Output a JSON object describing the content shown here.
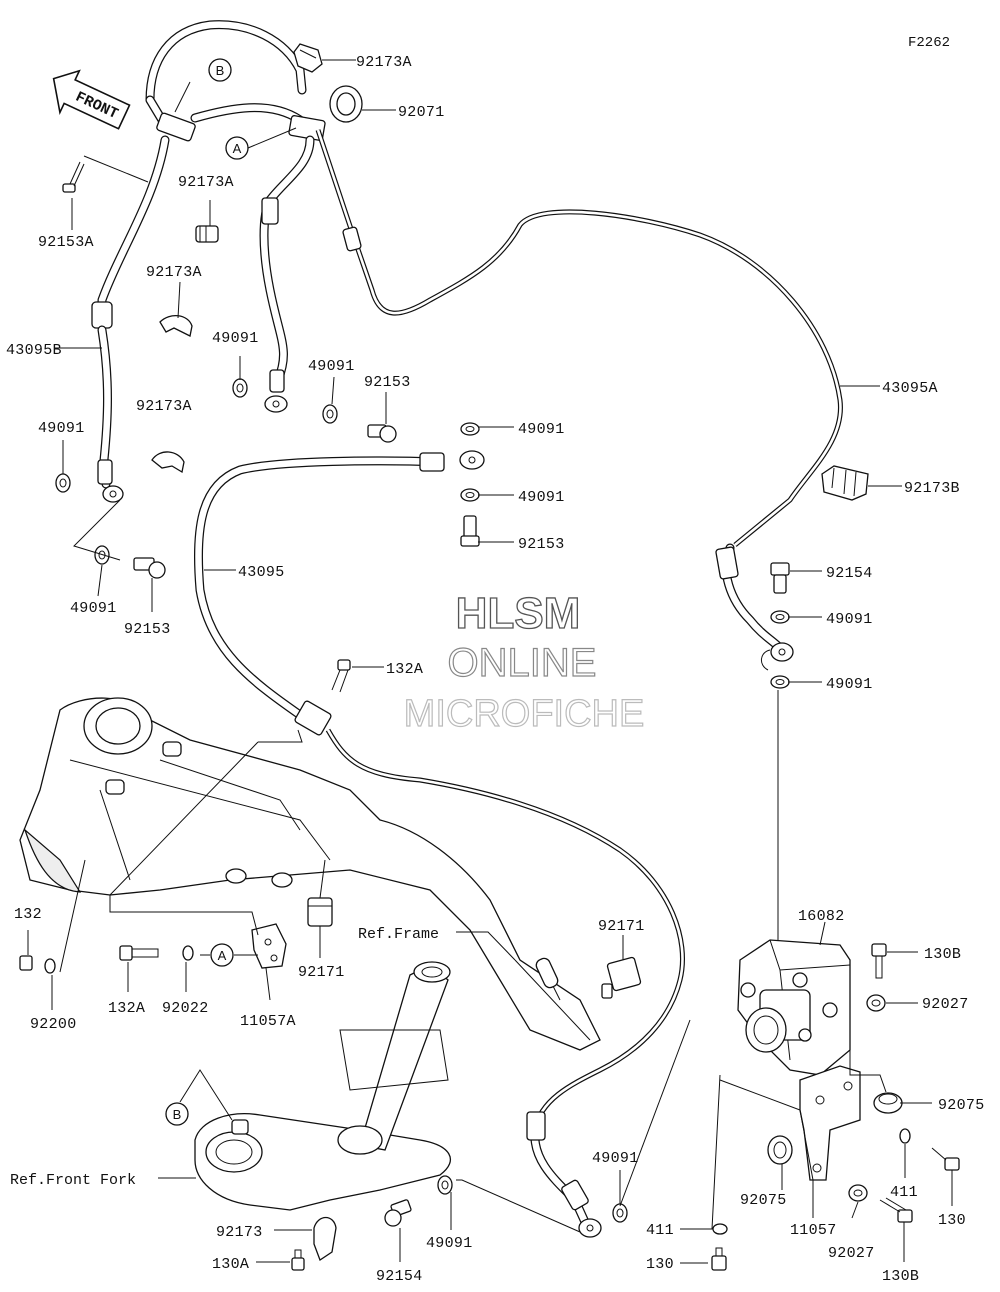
{
  "figure_id": "F2262",
  "front_label": "FRONT",
  "watermark": {
    "line1": "HLSM",
    "line2": "ONLINE",
    "line3": "MICROFICHE"
  },
  "reference_labels": {
    "frame": "Ref.Frame",
    "front_fork": "Ref.Front Fork"
  },
  "connector_marks": {
    "a": "A",
    "b": "B"
  },
  "part_labels": {
    "p92173A_1": "92173A",
    "p92071": "92071",
    "p92173A_2": "92173A",
    "p92153A": "92153A",
    "p92173A_3": "92173A",
    "p43095B": "43095B",
    "p49091_1": "49091",
    "p49091_2": "49091",
    "p92153_1": "92153",
    "p92173A_4": "92173A",
    "p49091_3": "49091",
    "p49091_4": "49091",
    "p92153_2": "92153",
    "p43095A": "43095A",
    "p49091_5": "49091",
    "p49091_6": "49091",
    "p92153_3": "92153",
    "p92173B": "92173B",
    "p43095": "43095",
    "p92154_1": "92154",
    "p49091_7": "49091",
    "p49091_8": "49091",
    "p132A_1": "132A",
    "p132": "132",
    "p92200": "92200",
    "p132A_2": "132A",
    "p92022": "92022",
    "p11057A": "11057A",
    "p92171_1": "92171",
    "p92171_2": "92171",
    "p16082": "16082",
    "p130B_1": "130B",
    "p92027_1": "92027",
    "p92075_1": "92075",
    "p92075_2": "92075",
    "p411_1": "411",
    "p130_1": "130",
    "p11057": "11057",
    "p92027_2": "92027",
    "p130B_2": "130B",
    "p411_2": "411",
    "p130_2": "130",
    "p49091_9": "49091",
    "p49091_10": "49091",
    "p92154_2": "92154",
    "p92173": "92173",
    "p130A": "130A"
  }
}
